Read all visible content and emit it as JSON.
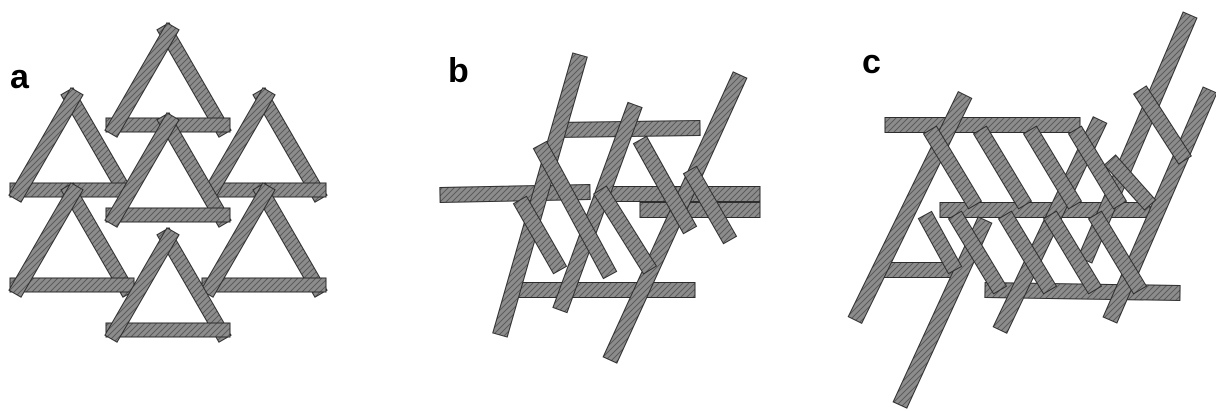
{
  "figure": {
    "panels": [
      {
        "label": "a"
      },
      {
        "label": "b"
      },
      {
        "label": "c"
      }
    ],
    "colors": {
      "band_fill": "#8c8c8c",
      "band_stroke": "#2e2e2e",
      "background": "#ffffff"
    }
  }
}
